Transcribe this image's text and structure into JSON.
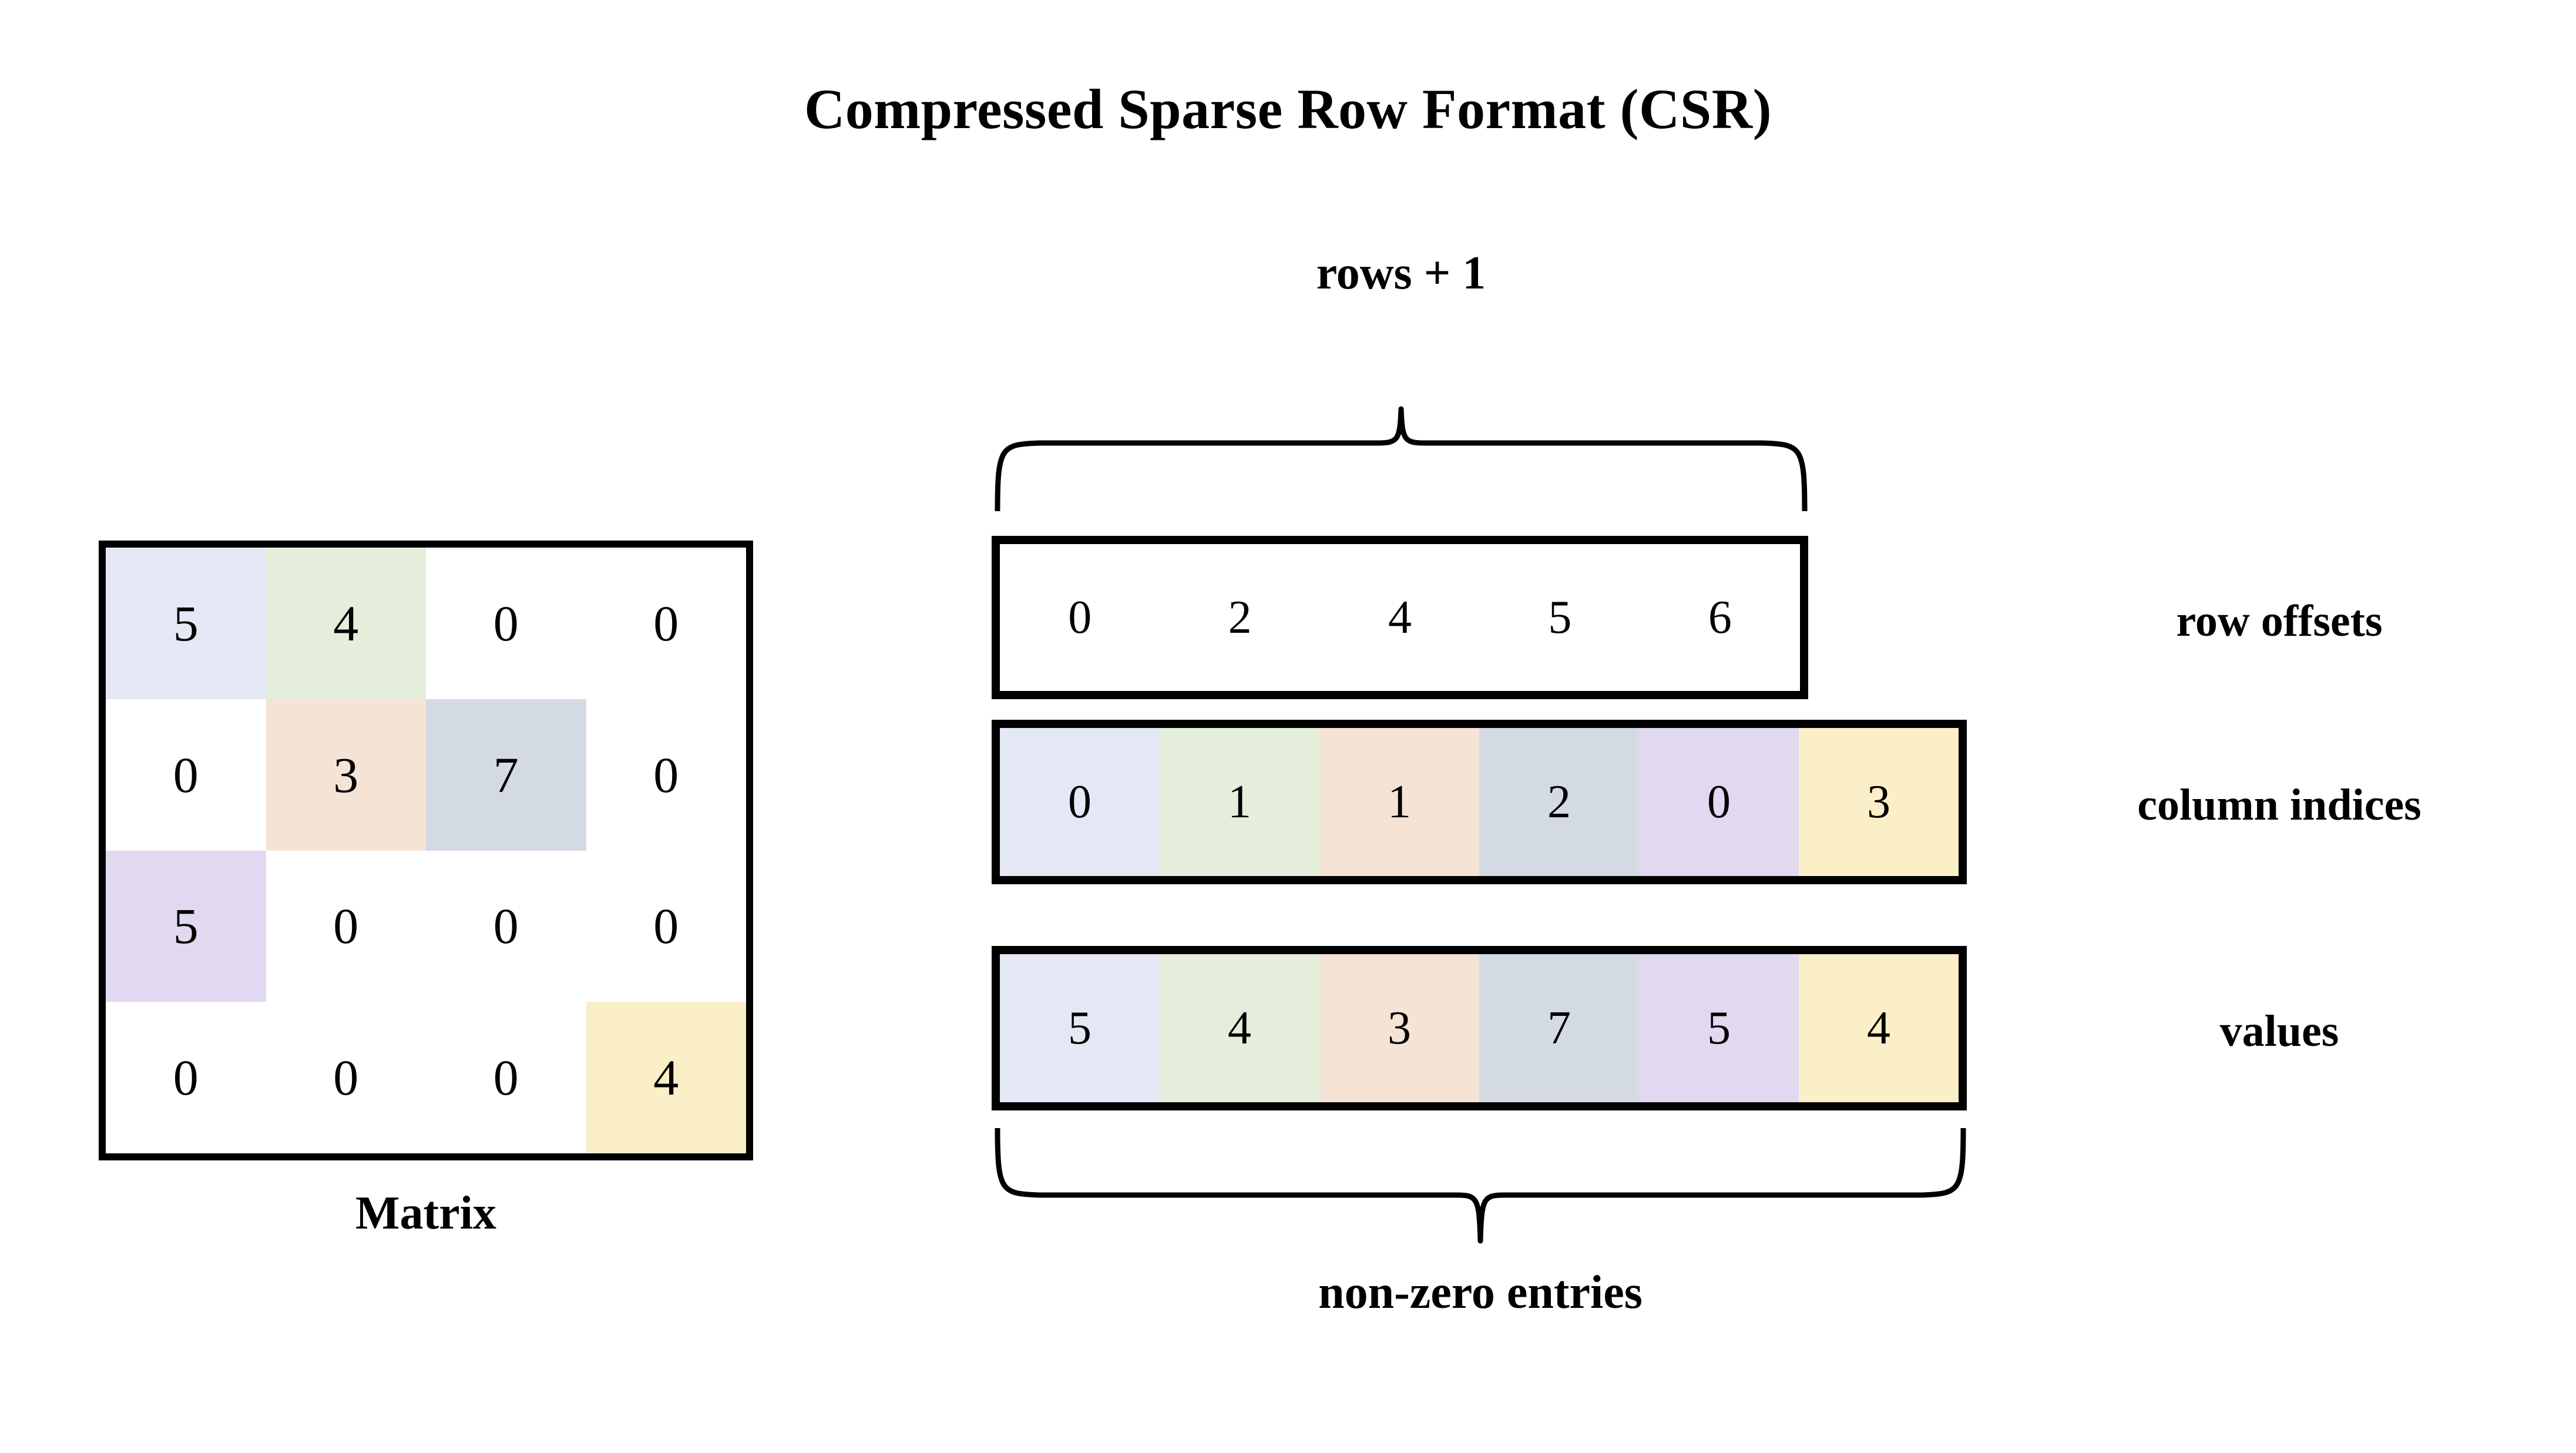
{
  "title": "Compressed Sparse Row Format (CSR)",
  "palette": {
    "blue": "#E3E8F4",
    "green": "#E4EEDA",
    "peach": "#F5E3D6",
    "gray": "#D4DAE3",
    "purple": "#E0D9EF",
    "yellow": "#FBEFC8",
    "white": "#FFFFFF",
    "stroke": "#000000"
  },
  "matrix": {
    "caption": "Matrix",
    "rows": 4,
    "cols": 4,
    "cells": [
      {
        "value": "5",
        "color": "#E3E8F4"
      },
      {
        "value": "4",
        "color": "#E4EEDA"
      },
      {
        "value": "0",
        "color": "#FFFFFF"
      },
      {
        "value": "0",
        "color": "#FFFFFF"
      },
      {
        "value": "0",
        "color": "#FFFFFF"
      },
      {
        "value": "3",
        "color": "#F5E3D6"
      },
      {
        "value": "7",
        "color": "#D4DAE3"
      },
      {
        "value": "0",
        "color": "#FFFFFF"
      },
      {
        "value": "5",
        "color": "#E0D9EF"
      },
      {
        "value": "0",
        "color": "#FFFFFF"
      },
      {
        "value": "0",
        "color": "#FFFFFF"
      },
      {
        "value": "0",
        "color": "#FFFFFF"
      },
      {
        "value": "0",
        "color": "#FFFFFF"
      },
      {
        "value": "0",
        "color": "#FFFFFF"
      },
      {
        "value": "0",
        "color": "#FFFFFF"
      },
      {
        "value": "4",
        "color": "#FBEFC8"
      }
    ]
  },
  "arrays": {
    "row_offsets": {
      "label": "row offsets",
      "cells": [
        {
          "value": "0",
          "color": "#FFFFFF"
        },
        {
          "value": "2",
          "color": "#FFFFFF"
        },
        {
          "value": "4",
          "color": "#FFFFFF"
        },
        {
          "value": "5",
          "color": "#FFFFFF"
        },
        {
          "value": "6",
          "color": "#FFFFFF"
        }
      ]
    },
    "column_indices": {
      "label": "column indices",
      "cells": [
        {
          "value": "0",
          "color": "#E3E8F4"
        },
        {
          "value": "1",
          "color": "#E4EEDA"
        },
        {
          "value": "1",
          "color": "#F5E3D6"
        },
        {
          "value": "2",
          "color": "#D4DAE3"
        },
        {
          "value": "0",
          "color": "#E0D9EF"
        },
        {
          "value": "3",
          "color": "#FBEFC8"
        }
      ]
    },
    "values": {
      "label": "values",
      "cells": [
        {
          "value": "5",
          "color": "#E3E8F4"
        },
        {
          "value": "4",
          "color": "#E4EEDA"
        },
        {
          "value": "3",
          "color": "#F5E3D6"
        },
        {
          "value": "7",
          "color": "#D4DAE3"
        },
        {
          "value": "5",
          "color": "#E0D9EF"
        },
        {
          "value": "4",
          "color": "#FBEFC8"
        }
      ]
    }
  },
  "annotations": {
    "top_brace_label": "rows + 1",
    "bottom_brace_label": "non-zero entries"
  }
}
